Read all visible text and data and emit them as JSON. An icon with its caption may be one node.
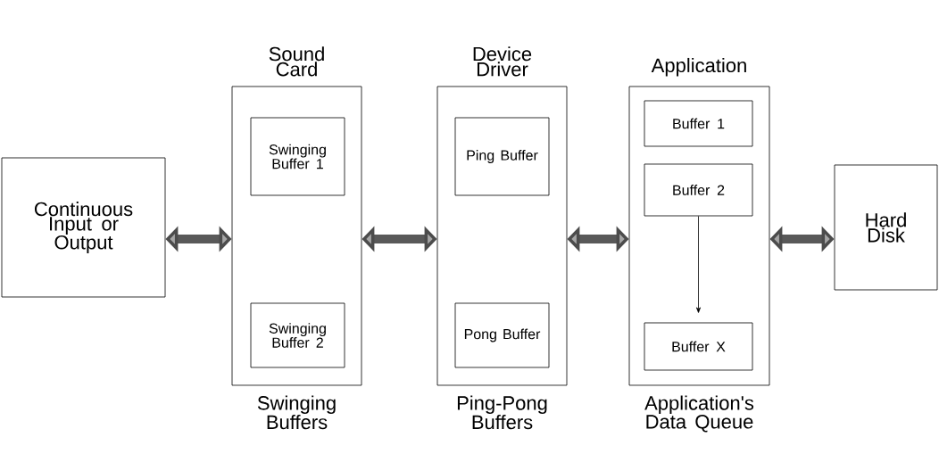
{
  "diagram": {
    "nodes": [
      {
        "text": [
          "Continuous Input or Output"
        ]
      },
      {
        "text": [
          "Sound Card",
          "Swinging Buffers"
        ]
      },
      {
        "text": [
          "Swinging Buffer 1"
        ],
        "in": 1
      },
      {
        "text": [
          "Swinging Buffer 2"
        ],
        "in": 1
      },
      {
        "text": [
          "Device Driver",
          "Ping-Pong Buffers"
        ]
      },
      {
        "text": [
          "Ping Buffer"
        ],
        "in": 4
      },
      {
        "text": [
          "Pong Buffer"
        ],
        "in": 4
      },
      {
        "text": [
          "Application",
          "Application's Data Queue"
        ]
      },
      {
        "text": [
          "Buffer 1"
        ],
        "in": 7
      },
      {
        "text": [
          "Buffer 2"
        ],
        "in": 7
      },
      {
        "text": [
          "Buffer X"
        ],
        "in": 7
      },
      {
        "text": [
          "Hard Disk"
        ]
      }
    ],
    "edges": [
      {
        "from": 0,
        "to": 1,
        "arrow": "both"
      },
      {
        "from": 1,
        "to": 4,
        "arrow": "both"
      },
      {
        "from": 4,
        "to": 7,
        "arrow": "both"
      },
      {
        "from": 7,
        "to": 11,
        "arrow": "both"
      },
      {
        "from": 9,
        "to": 10,
        "arrow": "to"
      }
    ]
  }
}
